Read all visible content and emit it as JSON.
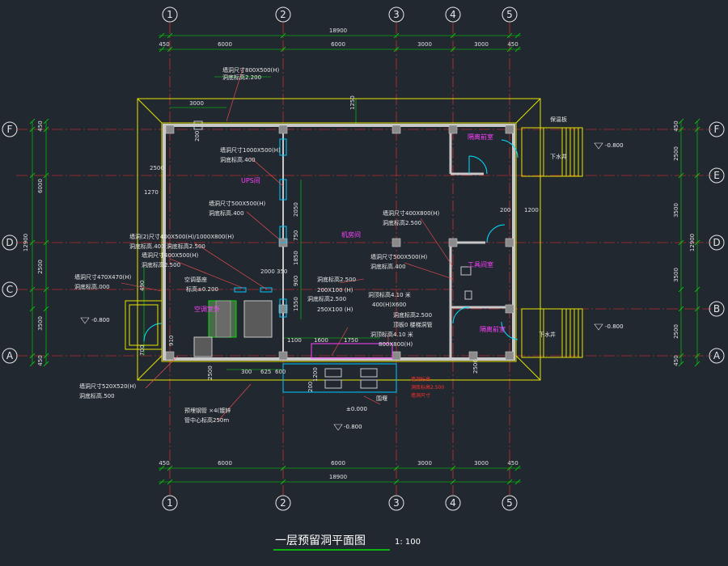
{
  "title": "一层预留洞平面图",
  "scale": "1: 100",
  "axes": {
    "columns": [
      "1",
      "2",
      "3",
      "4",
      "5"
    ],
    "rows": [
      "F",
      "E",
      "D",
      "C",
      "B",
      "A"
    ]
  },
  "dimensions": {
    "top_total": "18900",
    "top_segments": [
      "450",
      "6000",
      "6000",
      "3000",
      "3000",
      "450"
    ],
    "bottom_total": "18900",
    "bottom_segments": [
      "450",
      "6000",
      "6000",
      "3000",
      "3000",
      "450"
    ],
    "left_total": "12900",
    "left_segments": [
      "450",
      "6000",
      "2500",
      "3500",
      "450"
    ],
    "right_total": "12900",
    "right_segments": [
      "450",
      "2500",
      "3500",
      "3500",
      "2500",
      "450"
    ],
    "misc": [
      "3000",
      "1250",
      "2500",
      "1270",
      "2050",
      "750",
      "1850",
      "900",
      "1550",
      "2000",
      "350",
      "1100",
      "1600",
      "1750",
      "200",
      "1200",
      "200",
      "2500",
      "300",
      "600",
      "625",
      "1200",
      "200",
      "700",
      "910",
      "2500",
      "490"
    ]
  },
  "rooms": {
    "ups": "UPS间",
    "machine": "机房间",
    "isolation_top": "隔离前室",
    "tool": "工具间室",
    "isolation_bottom": "隔离前室",
    "aircon": "空调室外"
  },
  "notes": {
    "top_note_1": "墙洞尺寸800X500(H)",
    "top_note_2": "洞底标高2.200",
    "n1_a": "墙洞尺寸1000X500(H)",
    "n1_b": "洞底标高.400",
    "n2_a": "墙洞尺寸500X500(H)",
    "n2_b": "洞底标高.400",
    "n3_a": "墙洞(2)尺寸400X500(H)/1000X800(H)",
    "n3_b": "洞底标高.400  洞底标高2.500",
    "n4_a": "墙洞尺寸400X500(H)",
    "n4_b": "洞底标高2.500",
    "n5_a": "墙洞尺寸470X470(H)",
    "n5_b": "洞底标高.000",
    "n6_a": "墙洞尺寸400X800(H)",
    "n6_b": "洞底标高2.500",
    "n7_a": "墙洞尺寸500X500(H)",
    "n7_b": "洞底标高.400",
    "n8": "洞底标高2.500",
    "n9_a": "200X100 (H)",
    "n9_b": "洞底标高2.500",
    "n9_c": "250X100 (H)",
    "n10_a": "洞顶标高4.10 米",
    "n10_b": "400(H)X600",
    "n10_c": "洞底标高2.500",
    "n10_d": "顶板0 楼梯洞管",
    "n10_e": "洞顶标高4.10 米",
    "n10_f": "800X800(H)",
    "n11_a": "空调基座",
    "n11_b": "标高±0.200",
    "n12_a": "墙洞尺寸520X520(H)",
    "n12_b": "洞底标高.500",
    "n13_a": "预埋钢管 ×4(镀锌",
    "n13_b": "管中心标高250m",
    "n14": "保温板",
    "n15": "下水井",
    "n16": "下水井",
    "n17": "围堰"
  },
  "levels": {
    "left": "-0.800",
    "right_top": "-0.800",
    "right_bottom": "-0.800",
    "bottom_center": "-0.800",
    "zero": "±0.000"
  },
  "red_notes": [
    "墙洞标高",
    "洞底标高2.500",
    "墙洞尺寸"
  ],
  "colors": {
    "background": "#212830",
    "wall": "#c8c8c8",
    "axis": "#ff3030",
    "dimension": "#00e000",
    "outline": "#e6e600",
    "text": "#e8e8e8",
    "room": "#ff40ff",
    "equipment": "#00c8ff"
  }
}
